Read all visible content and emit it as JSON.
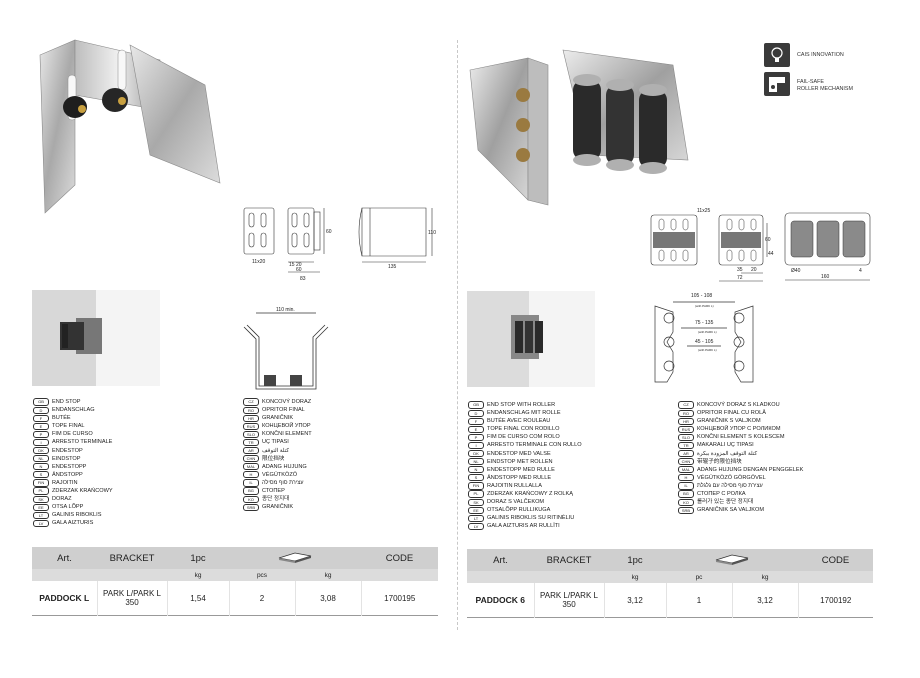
{
  "features": {
    "innovation_label": "CAIS INNOVATION",
    "failsafe_line1": "FAIL-SAFE",
    "failsafe_line2": "ROLLER MECHANISM",
    "icons": [
      "lightbulb-icon",
      "failsafe-roller-icon"
    ]
  },
  "left": {
    "dims": {
      "d_11x20": "11x20",
      "d_15": "15",
      "d_20": "20",
      "d_60v": "60",
      "d_60h": "60",
      "d_83": "83",
      "d_110": "110",
      "d_135": "135",
      "d_110min": "110 min."
    },
    "languages_col1": [
      {
        "code": "GB",
        "text": "END STOP"
      },
      {
        "code": "D",
        "text": "ENDANSCHLAG"
      },
      {
        "code": "F",
        "text": "BUTÉE"
      },
      {
        "code": "E",
        "text": "TOPE FINAL"
      },
      {
        "code": "P",
        "text": "FIM DE CURSO"
      },
      {
        "code": "I",
        "text": "ARRESTO TERMINALE"
      },
      {
        "code": "DK",
        "text": "ENDESTOP"
      },
      {
        "code": "NL",
        "text": "EINDSTOP"
      },
      {
        "code": "N",
        "text": "ENDESTOPP"
      },
      {
        "code": "S",
        "text": "ÄNDSTOPP"
      },
      {
        "code": "FIN",
        "text": "RAJOITIN"
      },
      {
        "code": "PL",
        "text": "ZDERZAK KRAŃCOWY"
      },
      {
        "code": "SK",
        "text": "DORAZ"
      },
      {
        "code": "EE",
        "text": "OTSA LÕPP"
      },
      {
        "code": "LT",
        "text": "GALINIS RIBOKLIS"
      },
      {
        "code": "LV",
        "text": "GALA AIZTURIS"
      }
    ],
    "languages_col2": [
      {
        "code": "CZ",
        "text": "KONCOVÝ DORAZ"
      },
      {
        "code": "RO",
        "text": "OPRITOR FINAL"
      },
      {
        "code": "HR",
        "text": "GRANIČNIK"
      },
      {
        "code": "RUS",
        "text": "КОНЦЕВОЙ УПОР"
      },
      {
        "code": "SLO",
        "text": "KONČNI ELEMENT"
      },
      {
        "code": "TR",
        "text": "UÇ TIPASI"
      },
      {
        "code": "AR",
        "text": "كتلة التوقف"
      },
      {
        "code": "CHN",
        "text": "限位挡块"
      },
      {
        "code": "MAL",
        "text": "ADANG HUJUNG"
      },
      {
        "code": "H",
        "text": "VÉGÜTKÖZŐ"
      },
      {
        "code": "IL",
        "text": "עצירת סוף מסילה"
      },
      {
        "code": "BG",
        "text": "СТОПЕР"
      },
      {
        "code": "KO",
        "text": "종단 정지대"
      },
      {
        "code": "SRB",
        "text": "GRANIČNIK"
      }
    ],
    "table": {
      "headers": [
        "Art.",
        "BRACKET",
        "1pc",
        "",
        "CODE"
      ],
      "units": [
        "",
        "",
        "kg",
        "pcs",
        "kg",
        ""
      ],
      "row": {
        "art": "PADDOCK L",
        "bracket": "PARK L/PARK L 350",
        "weight": "1,54",
        "pcs": "2",
        "pack_kg": "3,08",
        "code": "1700195"
      }
    }
  },
  "right": {
    "dims": {
      "d_11x25": "11x25",
      "d_60": "60",
      "d_44": "44",
      "d_35": "35",
      "d_20": "20",
      "d_72": "72",
      "d_40": "Ø40",
      "d_4": "4",
      "d_160": "160",
      "d_a": "105 - 108",
      "d_a_sub": "(with PARK L)",
      "d_b": "75 - 135",
      "d_b_sub": "(with PARK L)",
      "d_c": "45 - 105",
      "d_c_sub": "(with PARK L)"
    },
    "languages_col1": [
      {
        "code": "GB",
        "text": "END STOP WITH ROLLER"
      },
      {
        "code": "D",
        "text": "ENDANSCHLAG MIT ROLLE"
      },
      {
        "code": "F",
        "text": "BUTÉE AVEC ROULEAU"
      },
      {
        "code": "E",
        "text": "TOPE FINAL CON RODILLO"
      },
      {
        "code": "P",
        "text": "FIM DE CURSO COM ROLO"
      },
      {
        "code": "I",
        "text": "ARRESTO TERMINALE CON RULLO"
      },
      {
        "code": "DK",
        "text": "ENDESTOP MED VALSE"
      },
      {
        "code": "NL",
        "text": "EINDSTOP MET ROLLEN"
      },
      {
        "code": "N",
        "text": "ENDESTOPP MED RULLE"
      },
      {
        "code": "S",
        "text": "ÄNDSTOPP MED RULLE"
      },
      {
        "code": "FIN",
        "text": "RAJOITIN RULLALLA"
      },
      {
        "code": "PL",
        "text": "ZDERZAK KRAŃCOWY Z ROLKĄ"
      },
      {
        "code": "SK",
        "text": "DORAZ S VALČEKOM"
      },
      {
        "code": "EE",
        "text": "OTSALÕPP RULLIKUGA"
      },
      {
        "code": "LT",
        "text": "GALINIS RIBOKLIS SU RITINĖLIU"
      },
      {
        "code": "LV",
        "text": "GALA AIZTURIS AR RULLĪTI"
      }
    ],
    "languages_col2": [
      {
        "code": "CZ",
        "text": "KONCOVÝ DORAZ S KLADKOU"
      },
      {
        "code": "RO",
        "text": "OPRITOR FINAL CU ROLĂ"
      },
      {
        "code": "HR",
        "text": "GRANIČNIK S VALJKOM"
      },
      {
        "code": "RUS",
        "text": "КОНЦЕВОЙ УПОР С РОЛИКОМ"
      },
      {
        "code": "SLO",
        "text": "KONČNI ELEMENT S KOLESCEM"
      },
      {
        "code": "TR",
        "text": "MAKARALI UÇ TIPASI"
      },
      {
        "code": "AR",
        "text": "كتلة التوقف المزودة ببكرة"
      },
      {
        "code": "CHN",
        "text": "带辊子的限位挡块"
      },
      {
        "code": "MAL",
        "text": "ADANG HUJUNG DENGAN PENGGELEK"
      },
      {
        "code": "H",
        "text": "VÉGÜTKÖZŐ GÖRGŐVEL"
      },
      {
        "code": "IL",
        "text": "עצירת סוף מסילה עם גלגלת"
      },
      {
        "code": "BG",
        "text": "СТОПЕР С РОЛКА"
      },
      {
        "code": "KO",
        "text": "롤러가 있는 종단 정지대"
      },
      {
        "code": "SRB",
        "text": "GRANIČNIK SA VALJKOM"
      }
    ],
    "table": {
      "headers": [
        "Art.",
        "BRACKET",
        "1pc",
        "",
        "CODE"
      ],
      "units": [
        "",
        "",
        "kg",
        "pc",
        "kg",
        ""
      ],
      "row": {
        "art": "PADDOCK 6",
        "bracket": "PARK L/PARK L 350",
        "weight": "3,12",
        "pcs": "1",
        "pack_kg": "3,12",
        "code": "1700192"
      }
    }
  }
}
